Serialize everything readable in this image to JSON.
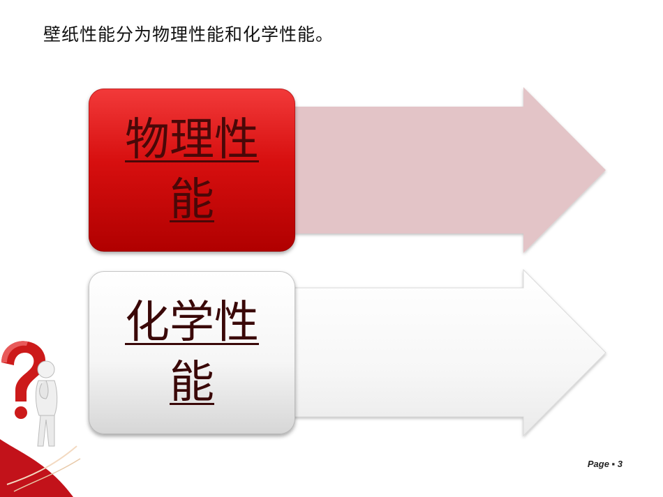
{
  "slide": {
    "heading": "壁纸性能分为物理性能和化学性能。",
    "items": [
      {
        "label": "物理性能",
        "style": "red",
        "box_color": "#d70f0f",
        "arrow_color": "#e3c4c7"
      },
      {
        "label": "化学性能",
        "style": "white",
        "box_color": "#f4f4f4",
        "arrow_color": "#f7f7f7"
      }
    ],
    "illustration": "question-mark-thinker-figure",
    "page_number": "Page ▪ 3"
  }
}
